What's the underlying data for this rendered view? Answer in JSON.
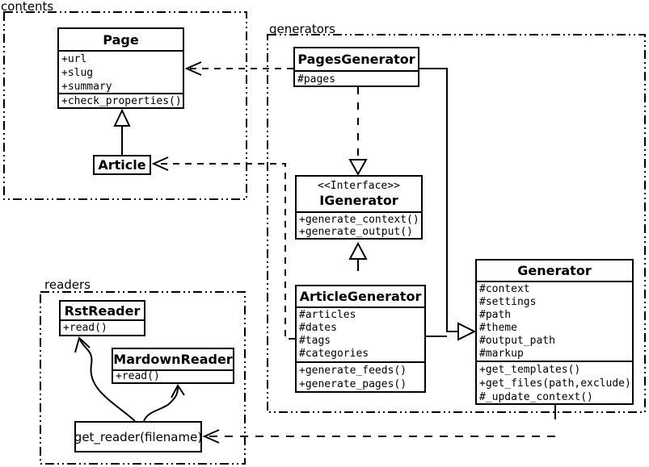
{
  "diagram": {
    "packages": {
      "contents": {
        "label": "contents"
      },
      "generators": {
        "label": "generators"
      },
      "readers": {
        "label": "readers"
      }
    },
    "classes": {
      "page": {
        "name": "Page",
        "attributes": [
          "+url",
          "+slug",
          "+summary"
        ],
        "methods": [
          "+check_properties()"
        ]
      },
      "article": {
        "name": "Article"
      },
      "pages_generator": {
        "name": "PagesGenerator",
        "attributes": [
          "#pages"
        ]
      },
      "igenerator": {
        "stereotype": "<<Interface>>",
        "name": "IGenerator",
        "methods": [
          "+generate_context()",
          "+generate_output()"
        ]
      },
      "article_generator": {
        "name": "ArticleGenerator",
        "attributes": [
          "#articles",
          "#dates",
          "#tags",
          "#categories"
        ],
        "methods": [
          "+generate_feeds()",
          "+generate_pages()"
        ]
      },
      "generator": {
        "name": "Generator",
        "attributes": [
          "#context",
          "#settings",
          "#path",
          "#theme",
          "#output_path",
          "#markup"
        ],
        "methods": [
          "+get_templates()",
          "+get_files(path,exclude)",
          "#_update_context()"
        ]
      },
      "rst_reader": {
        "name": "RstReader",
        "methods": [
          "+read()"
        ]
      },
      "mardown_reader": {
        "name": "MardownReader",
        "methods": [
          "+read()"
        ]
      },
      "get_reader": {
        "label": "get_reader(filename)"
      }
    },
    "colors": {
      "line": "#000000",
      "background": "#ffffff",
      "box_fill": "#ffffff"
    }
  }
}
